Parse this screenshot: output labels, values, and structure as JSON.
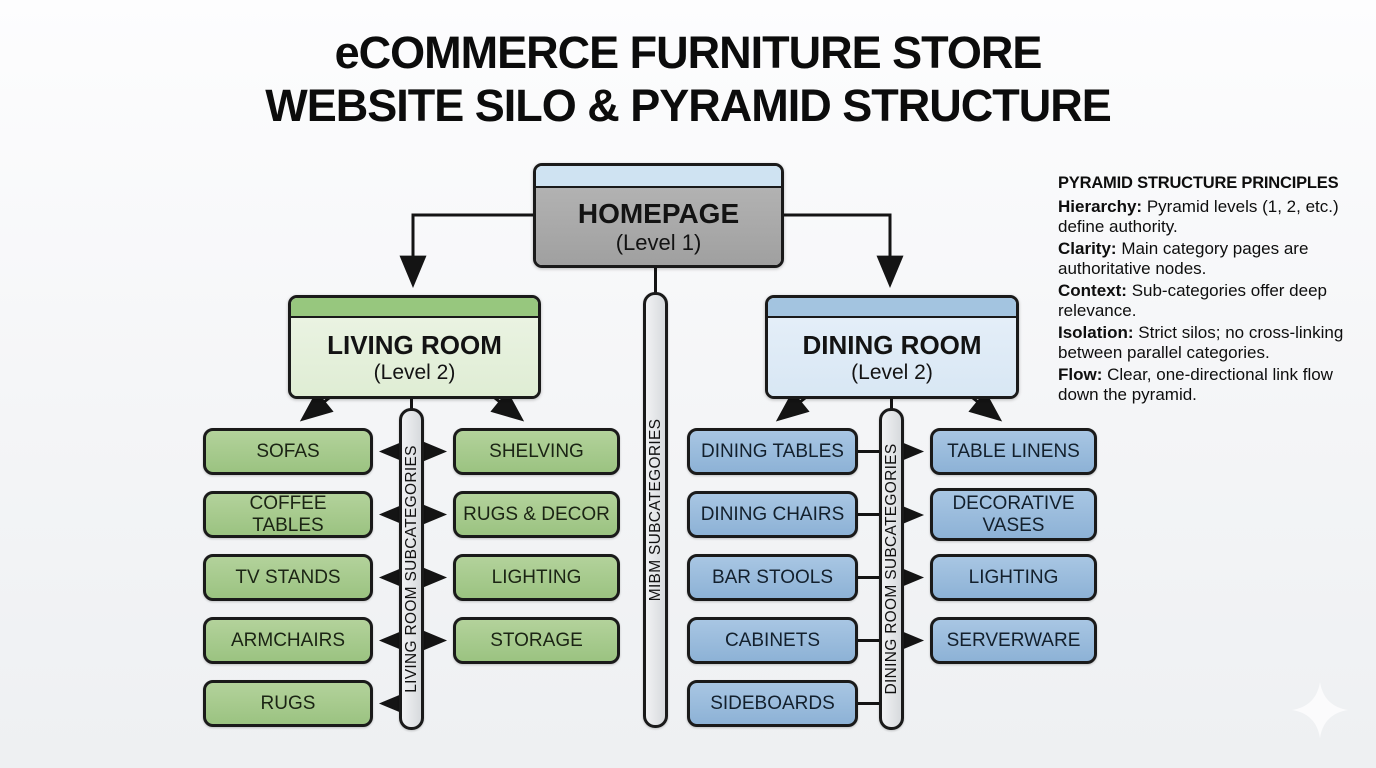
{
  "title": {
    "line1": "eCOMMERCE FURNITURE STORE",
    "line2": "WEBSITE SILO & PYRAMID STRUCTURE"
  },
  "diagram": {
    "homepage": {
      "label": "HOMEPAGE",
      "sublabel": "(Level 1)"
    },
    "center_bar": {
      "label": "MIBM SUBCATEGORIES"
    },
    "living": {
      "label": "LIVING ROOM",
      "sublabel": "(Level 2)",
      "bar_label": "LIVING ROOM SUBCATEGORIES",
      "left_items": [
        "SOFAS",
        "COFFEE TABLES",
        "TV STANDS",
        "ARMCHAIRS",
        "RUGS"
      ],
      "right_items": [
        "SHELVING",
        "RUGS & DECOR",
        "LIGHTING",
        "STORAGE"
      ]
    },
    "dining": {
      "label": "DINING ROOM",
      "sublabel": "(Level 2)",
      "bar_label": "DINING ROOM SUBCATEGORIES",
      "left_items": [
        "DINING TABLES",
        "DINING CHAIRS",
        "BAR STOOLS",
        "CABINETS",
        "SIDEBOARDS"
      ],
      "right_items": [
        "TABLE LINENS",
        "DECORATIVE VASES",
        "LIGHTING",
        "SERVERWARE"
      ]
    }
  },
  "principles": {
    "heading": "PYRAMID STRUCTURE PRINCIPLES",
    "items": [
      {
        "term": "Hierarchy:",
        "text": "Pyramid levels (1, 2, etc.) define authority."
      },
      {
        "term": "Clarity:",
        "text": "Main category pages are authoritative nodes."
      },
      {
        "term": "Context:",
        "text": "Sub-categories offer deep relevance."
      },
      {
        "term": "Isolation:",
        "text": "Strict silos; no cross-linking between parallel categories."
      },
      {
        "term": "Flow:",
        "text": "Clear, one-directional link flow down the pyramid."
      }
    ]
  },
  "icons": {
    "bottom_right": "sparkle-icon"
  },
  "colors": {
    "background": "#f2f3f5",
    "line": "#1a1a1a",
    "homepage_header": "#cfe3f2",
    "homepage_body": "#a9a9a9",
    "living_header": "#97c77e",
    "living_body": "#e4f0da",
    "living_item": "#a6ca8d",
    "dining_header": "#a3c4e0",
    "dining_body": "#deeaf6",
    "dining_item": "#9abbdb",
    "bar_fill": "#e3e5e8"
  }
}
